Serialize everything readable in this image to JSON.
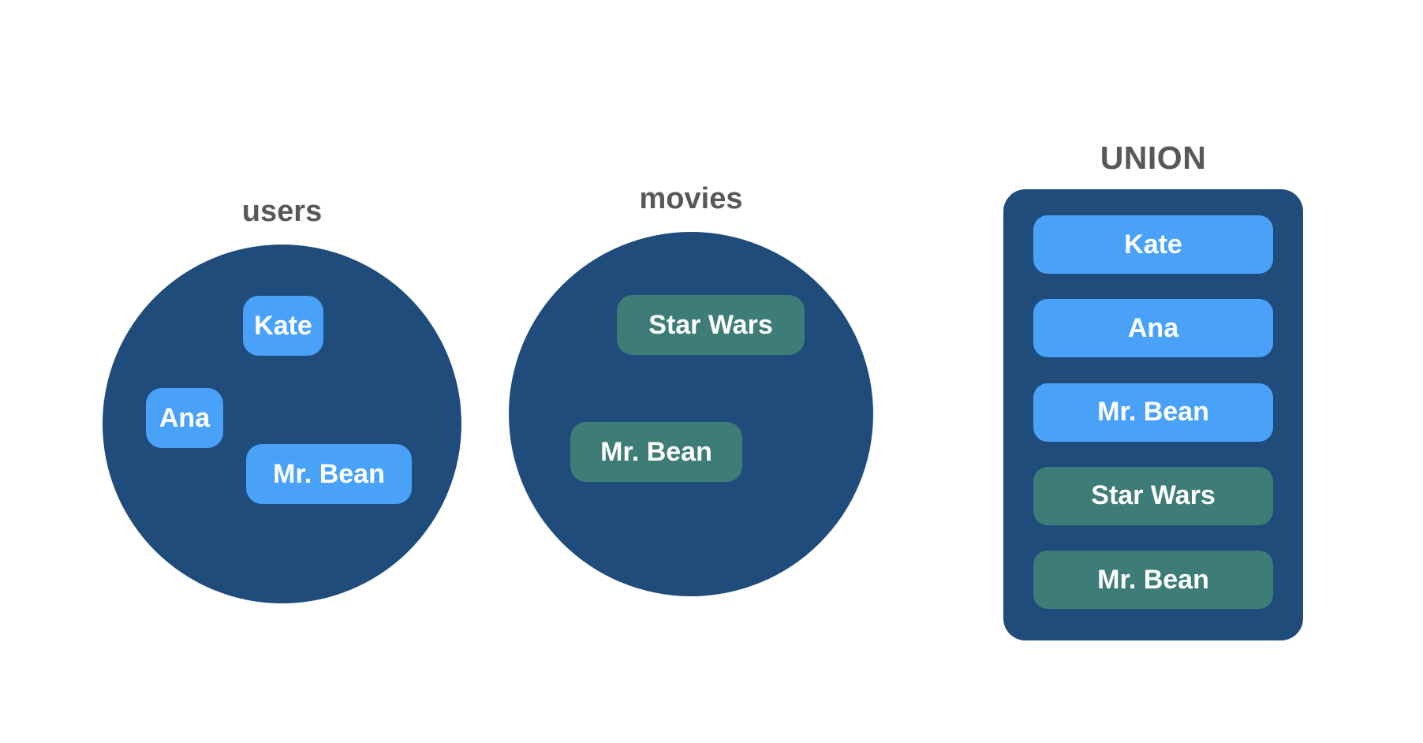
{
  "colors": {
    "background": "#FFFFFF",
    "set_fill_navy": "#1F4C7B",
    "user_pill_blue": "#4AA1F8",
    "movie_pill_teal": "#3D7C77",
    "label_gray": "#58585A",
    "pill_text_white": "#FFFFFF"
  },
  "sets": {
    "users": {
      "label": "users",
      "items": [
        {
          "label": "Kate"
        },
        {
          "label": "Ana"
        },
        {
          "label": "Mr. Bean"
        }
      ]
    },
    "movies": {
      "label": "movies",
      "items": [
        {
          "label": "Star Wars"
        },
        {
          "label": "Mr. Bean"
        }
      ]
    }
  },
  "union": {
    "label": "UNION",
    "items": [
      {
        "label": "Kate",
        "source": "users"
      },
      {
        "label": "Ana",
        "source": "users"
      },
      {
        "label": "Mr. Bean",
        "source": "users"
      },
      {
        "label": "Star Wars",
        "source": "movies"
      },
      {
        "label": "Mr. Bean",
        "source": "movies"
      }
    ]
  }
}
